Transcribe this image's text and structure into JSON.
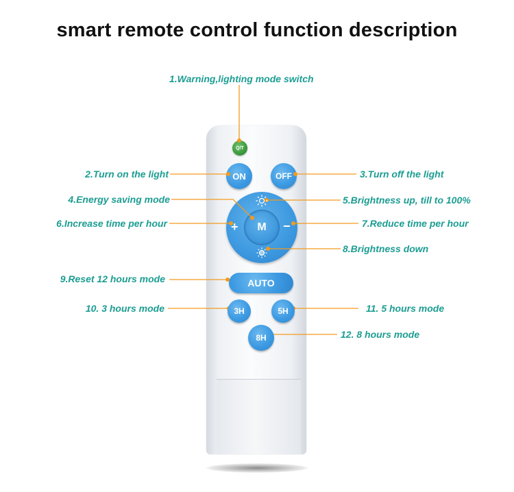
{
  "title": "smart remote control function description",
  "labels": {
    "l1": "1.Warning,lighting mode switch",
    "l2": "2.Turn on the light",
    "l3": "3.Turn off the light",
    "l4": "4.Energy saving mode",
    "l5": "5.Brightness up, till to 100%",
    "l6": "6.Increase time per hour",
    "l7": "7.Reduce time per hour",
    "l8": "8.Brightness down",
    "l9": "9.Reset 12 hours mode",
    "l10": "10. 3 hours mode",
    "l11": "11. 5 hours mode",
    "l12": "12. 8 hours mode"
  },
  "buttons": {
    "qt": "Q/T",
    "on": "ON",
    "off": "OFF",
    "m": "M",
    "plus": "+",
    "minus": "−",
    "auto": "AUTO",
    "h3": "3H",
    "h5": "5H",
    "h8": "8H"
  },
  "colors": {
    "label_text": "#1c9d92",
    "leader_line": "#f39a1e",
    "button_blue": "#3d9ae2",
    "qt_green": "#3b9a3e"
  },
  "icons": {
    "brightness_up": "sun-up-icon",
    "brightness_down": "sun-down-icon"
  }
}
